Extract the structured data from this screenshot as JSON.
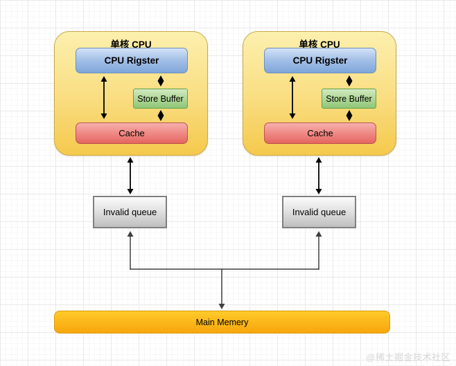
{
  "diagram": {
    "cpu_blocks": [
      {
        "title": "单核 CPU",
        "register": "CPU Rigster",
        "store_buffer": "Store Buffer",
        "cache": "Cache"
      },
      {
        "title": "单核 CPU",
        "register": "CPU Rigster",
        "store_buffer": "Store Buffer",
        "cache": "Cache"
      }
    ],
    "invalid_queues": [
      {
        "label": "Invalid queue"
      },
      {
        "label": "Invalid queue"
      }
    ],
    "main_memory_label": "Main Memery",
    "watermark": "@稀土掘金技术社区",
    "colors": {
      "cpu_block_fill_top": "#FCF0AE",
      "cpu_block_fill_bottom": "#F5C94C",
      "cpu_block_border": "#C9A84C",
      "register_fill_top": "#D3E2F6",
      "register_fill_bottom": "#7FA6DA",
      "register_border": "#6C8EBF",
      "store_fill_top": "#D2EAC1",
      "store_fill_bottom": "#8FC678",
      "store_border": "#61A24C",
      "cache_fill_top": "#F6AFAC",
      "cache_fill_bottom": "#E56560",
      "cache_border": "#BA544F",
      "queue_fill_top": "#FBFBFB",
      "queue_fill_bottom": "#BFBFBF",
      "queue_border": "#7F7F7F",
      "memory_fill_top": "#FFCA2B",
      "memory_fill_bottom": "#F7A60E",
      "memory_border": "#DD9A07",
      "arrow": "#000000",
      "connector": "#3F3F3F",
      "grid_line": "#E9E9E9"
    }
  }
}
